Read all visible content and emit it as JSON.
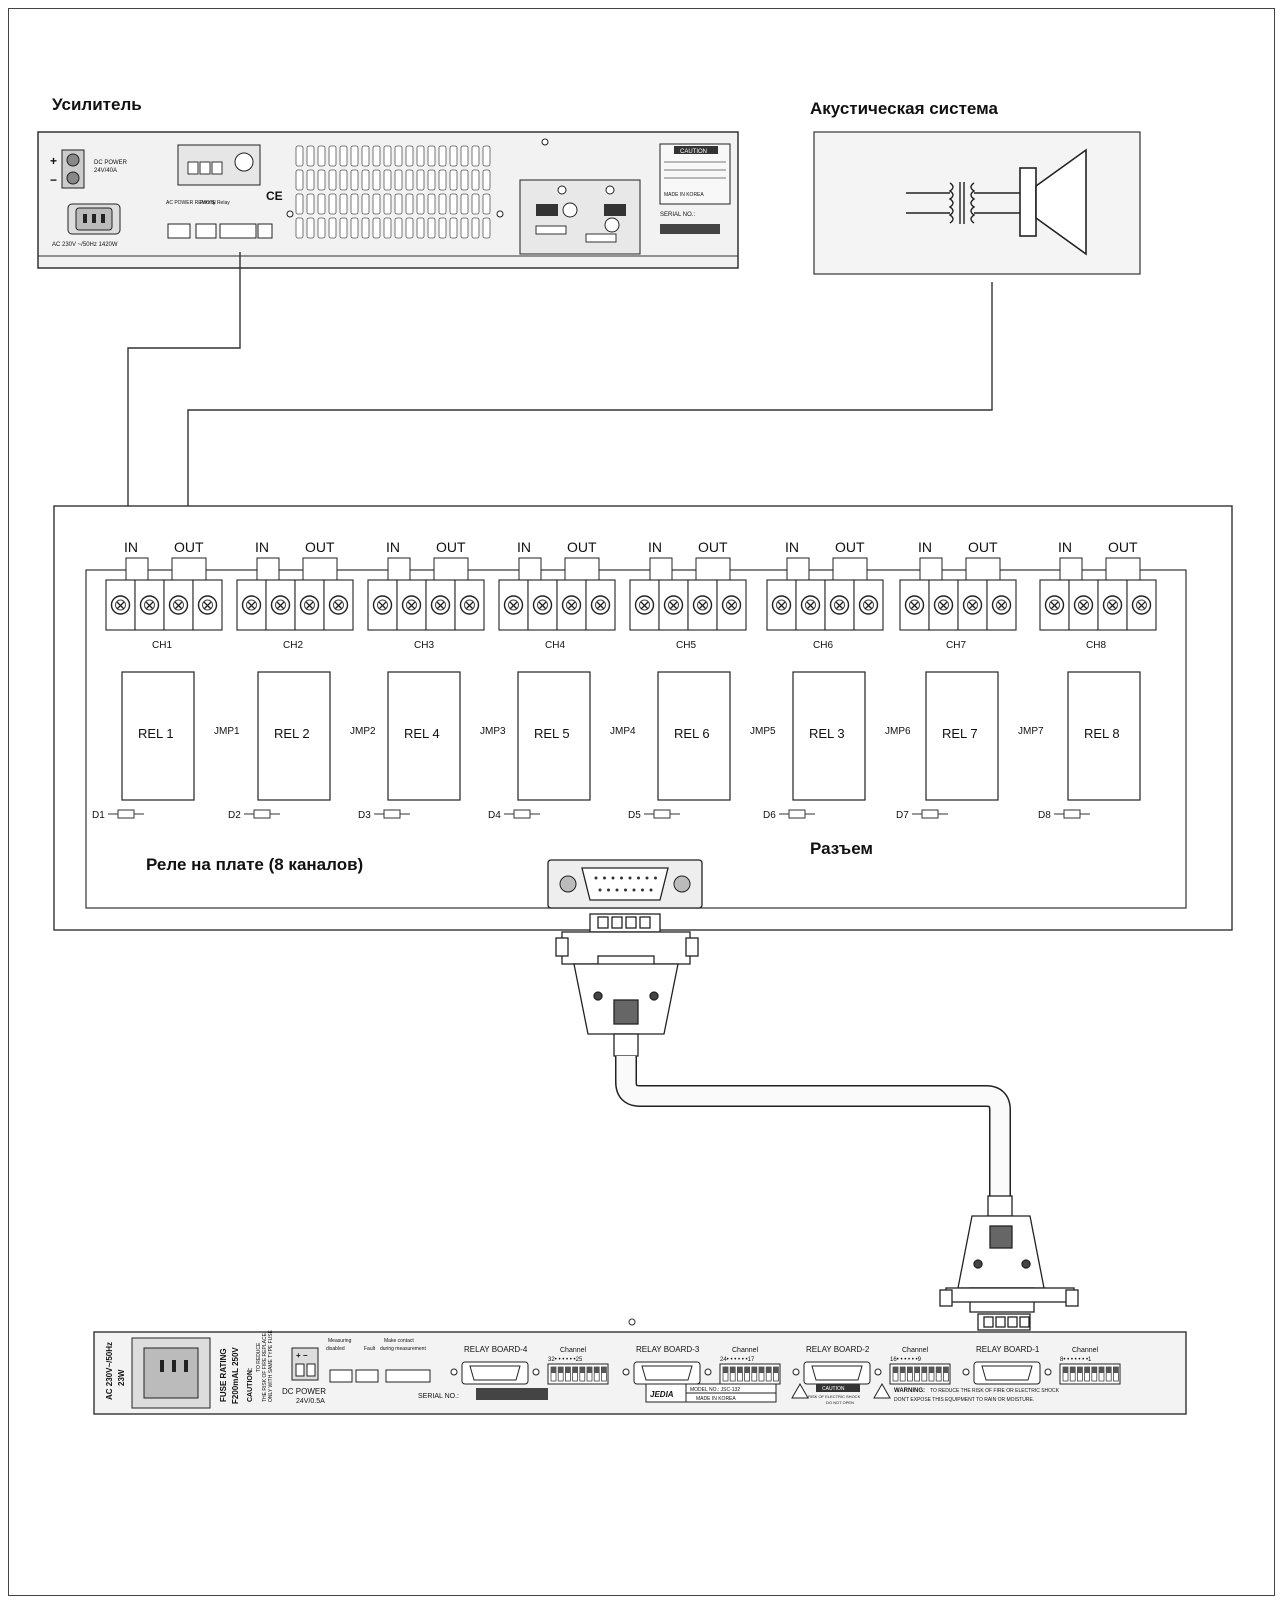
{
  "titles": {
    "amplifier": "Усилитель",
    "speaker": "Акустическая система",
    "relay_board": "Реле на плате (8 каналов)",
    "connector": "Разъем"
  },
  "amp_panel": {
    "dc_power": "DC POWER",
    "dc_rating": "24V/40A",
    "ac": "AC 230V ~/50Hz 1420W",
    "ac_power_remote": "AC POWER REMOTE",
    "priority_relay": "Priority Relay",
    "ce": "CE",
    "caution": "CAUTION",
    "serial": "SERIAL NO.:",
    "made_in": "MADE IN KOREA"
  },
  "board": {
    "io_in": "IN",
    "io_out": "OUT",
    "channels": [
      "CH1",
      "CH2",
      "CH3",
      "CH4",
      "CH5",
      "CH6",
      "CH7",
      "CH8"
    ],
    "relays": [
      "REL 1",
      "REL 2",
      "REL 4",
      "REL 5",
      "REL 6",
      "REL 3",
      "REL 7",
      "REL 8"
    ],
    "jumpers": [
      "JMP1",
      "JMP2",
      "JMP3",
      "JMP4",
      "JMP5",
      "JMP6",
      "JMP7"
    ],
    "diodes": [
      "D1",
      "D2",
      "D3",
      "D4",
      "D5",
      "D6",
      "D7",
      "D8"
    ]
  },
  "controller": {
    "ac": "AC 230V~/50Hz",
    "watt": "23W",
    "fuse1": "FUSE RATING",
    "fuse2": "F200mAL 250V",
    "caution": "CAUTION:",
    "caution_text1": "TO REDUCE",
    "caution_text2": "THE RISK OF FIRE REPLACE",
    "caution_text3": "ONLY WITH SAME TYPE FUSE",
    "dc_power": "DC POWER",
    "dc_rating": "24V/0.5A",
    "measuring": "Measuring",
    "disabled": "disabled",
    "fault": "Fault",
    "make_contact": "Make contact",
    "during": "during measurement",
    "serial": "SERIAL NO.:",
    "boards": [
      {
        "label": "RELAY BOARD-4",
        "channel": "Channel",
        "range": "32• • • • • •25"
      },
      {
        "label": "RELAY BOARD-3",
        "channel": "Channel",
        "range": "24• • • • • •17"
      },
      {
        "label": "RELAY BOARD-2",
        "channel": "Channel",
        "range": "16• • • • • •9"
      },
      {
        "label": "RELAY BOARD-1",
        "channel": "Channel",
        "range": "8• • • • • • •1"
      }
    ],
    "brand": "JEDIA",
    "model": "MODEL NO.: JSC-132",
    "made_in": "MADE IN KOREA",
    "caution_box": "CAUTION",
    "risk": "RISK OF ELECTRIC SHOCK",
    "do_not_open": "DO NOT OPEN",
    "warning": "WARNING:",
    "warning_text1": "TO REDUCE THE RISK OF FIRE OR ELECTRIC SHOCK",
    "warning_text2": "DON'T EXPOSE THIS EQUIPMENT TO RAIN OR MOISTURE."
  }
}
